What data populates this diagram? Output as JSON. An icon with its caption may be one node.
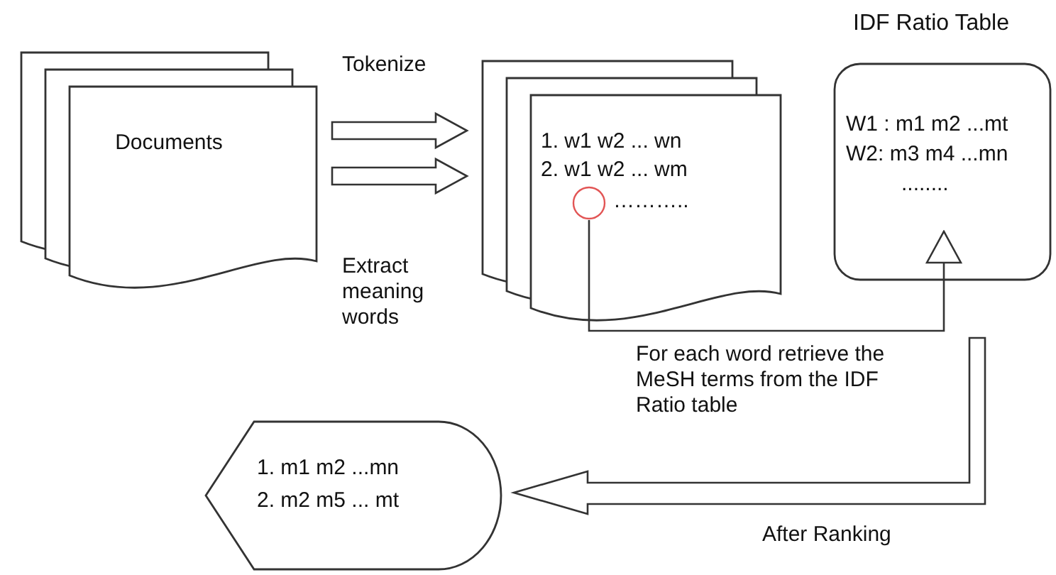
{
  "diagram": {
    "nodes": [
      {
        "text": [
          "Documents"
        ]
      },
      {
        "text": [
          "1. w1 w2 ... wn",
          "2. w1 w2 ... wm",
          "……….."
        ]
      },
      {
        "text": [
          "IDF Ratio Table",
          "W1 : m1 m2 ...mt",
          "W2:  m3 m4 ...mn",
          "........"
        ]
      },
      {
        "text": [
          "1. m1 m2 ...mn",
          "2. m2 m5 ... mt"
        ]
      },
      {
        "text": [],
        "shape": "circle",
        "in": 1
      }
    ],
    "edges": [
      {
        "from": 0,
        "to": 1,
        "arrow": "to",
        "label": "Tokenize"
      },
      {
        "from": 0,
        "to": 1,
        "arrow": "to",
        "label": "Extract meaning words"
      },
      {
        "from": 4,
        "to": 2,
        "arrow": "to"
      },
      {
        "from": null,
        "to": 3,
        "arrow": "to",
        "label": "After Ranking"
      }
    ],
    "labels": [
      "For each word retrieve the MeSH terms from the IDF Ratio table"
    ]
  }
}
